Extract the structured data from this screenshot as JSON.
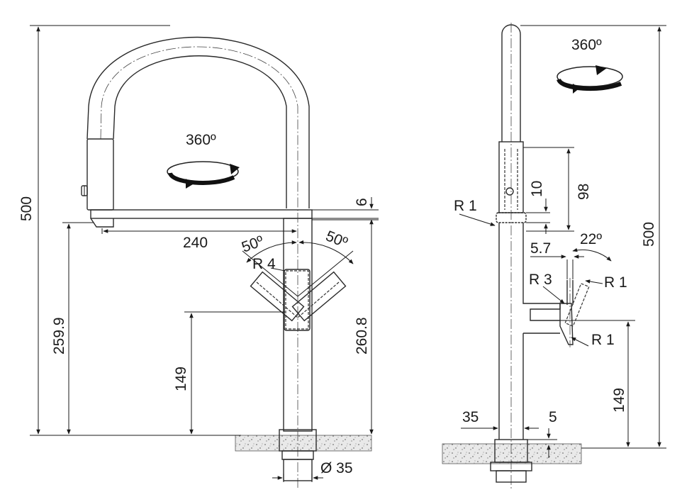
{
  "front_view": {
    "rotation_label": "360º",
    "dims": {
      "total_height": "500",
      "spout_reach": "240",
      "spout_thickness": "6",
      "angle_left": "50º",
      "angle_right": "50º",
      "handle_radius": "R 4",
      "spout_height": "259.9",
      "body_height": "260.8",
      "handle_height": "149",
      "base_diameter": "Ø 35"
    }
  },
  "side_view": {
    "rotation_label": "360º",
    "dims": {
      "total_height": "500",
      "head_length": "98",
      "ring_height": "10",
      "ring_radius": "R 1",
      "handle_angle": "22º",
      "handle_offset": "5.7",
      "handle_inner_radius": "R 3",
      "handle_tip_radius": "R 1",
      "handle_base_radius": "R 1",
      "handle_height": "149",
      "body_diameter": "35",
      "base_gap": "5"
    }
  }
}
